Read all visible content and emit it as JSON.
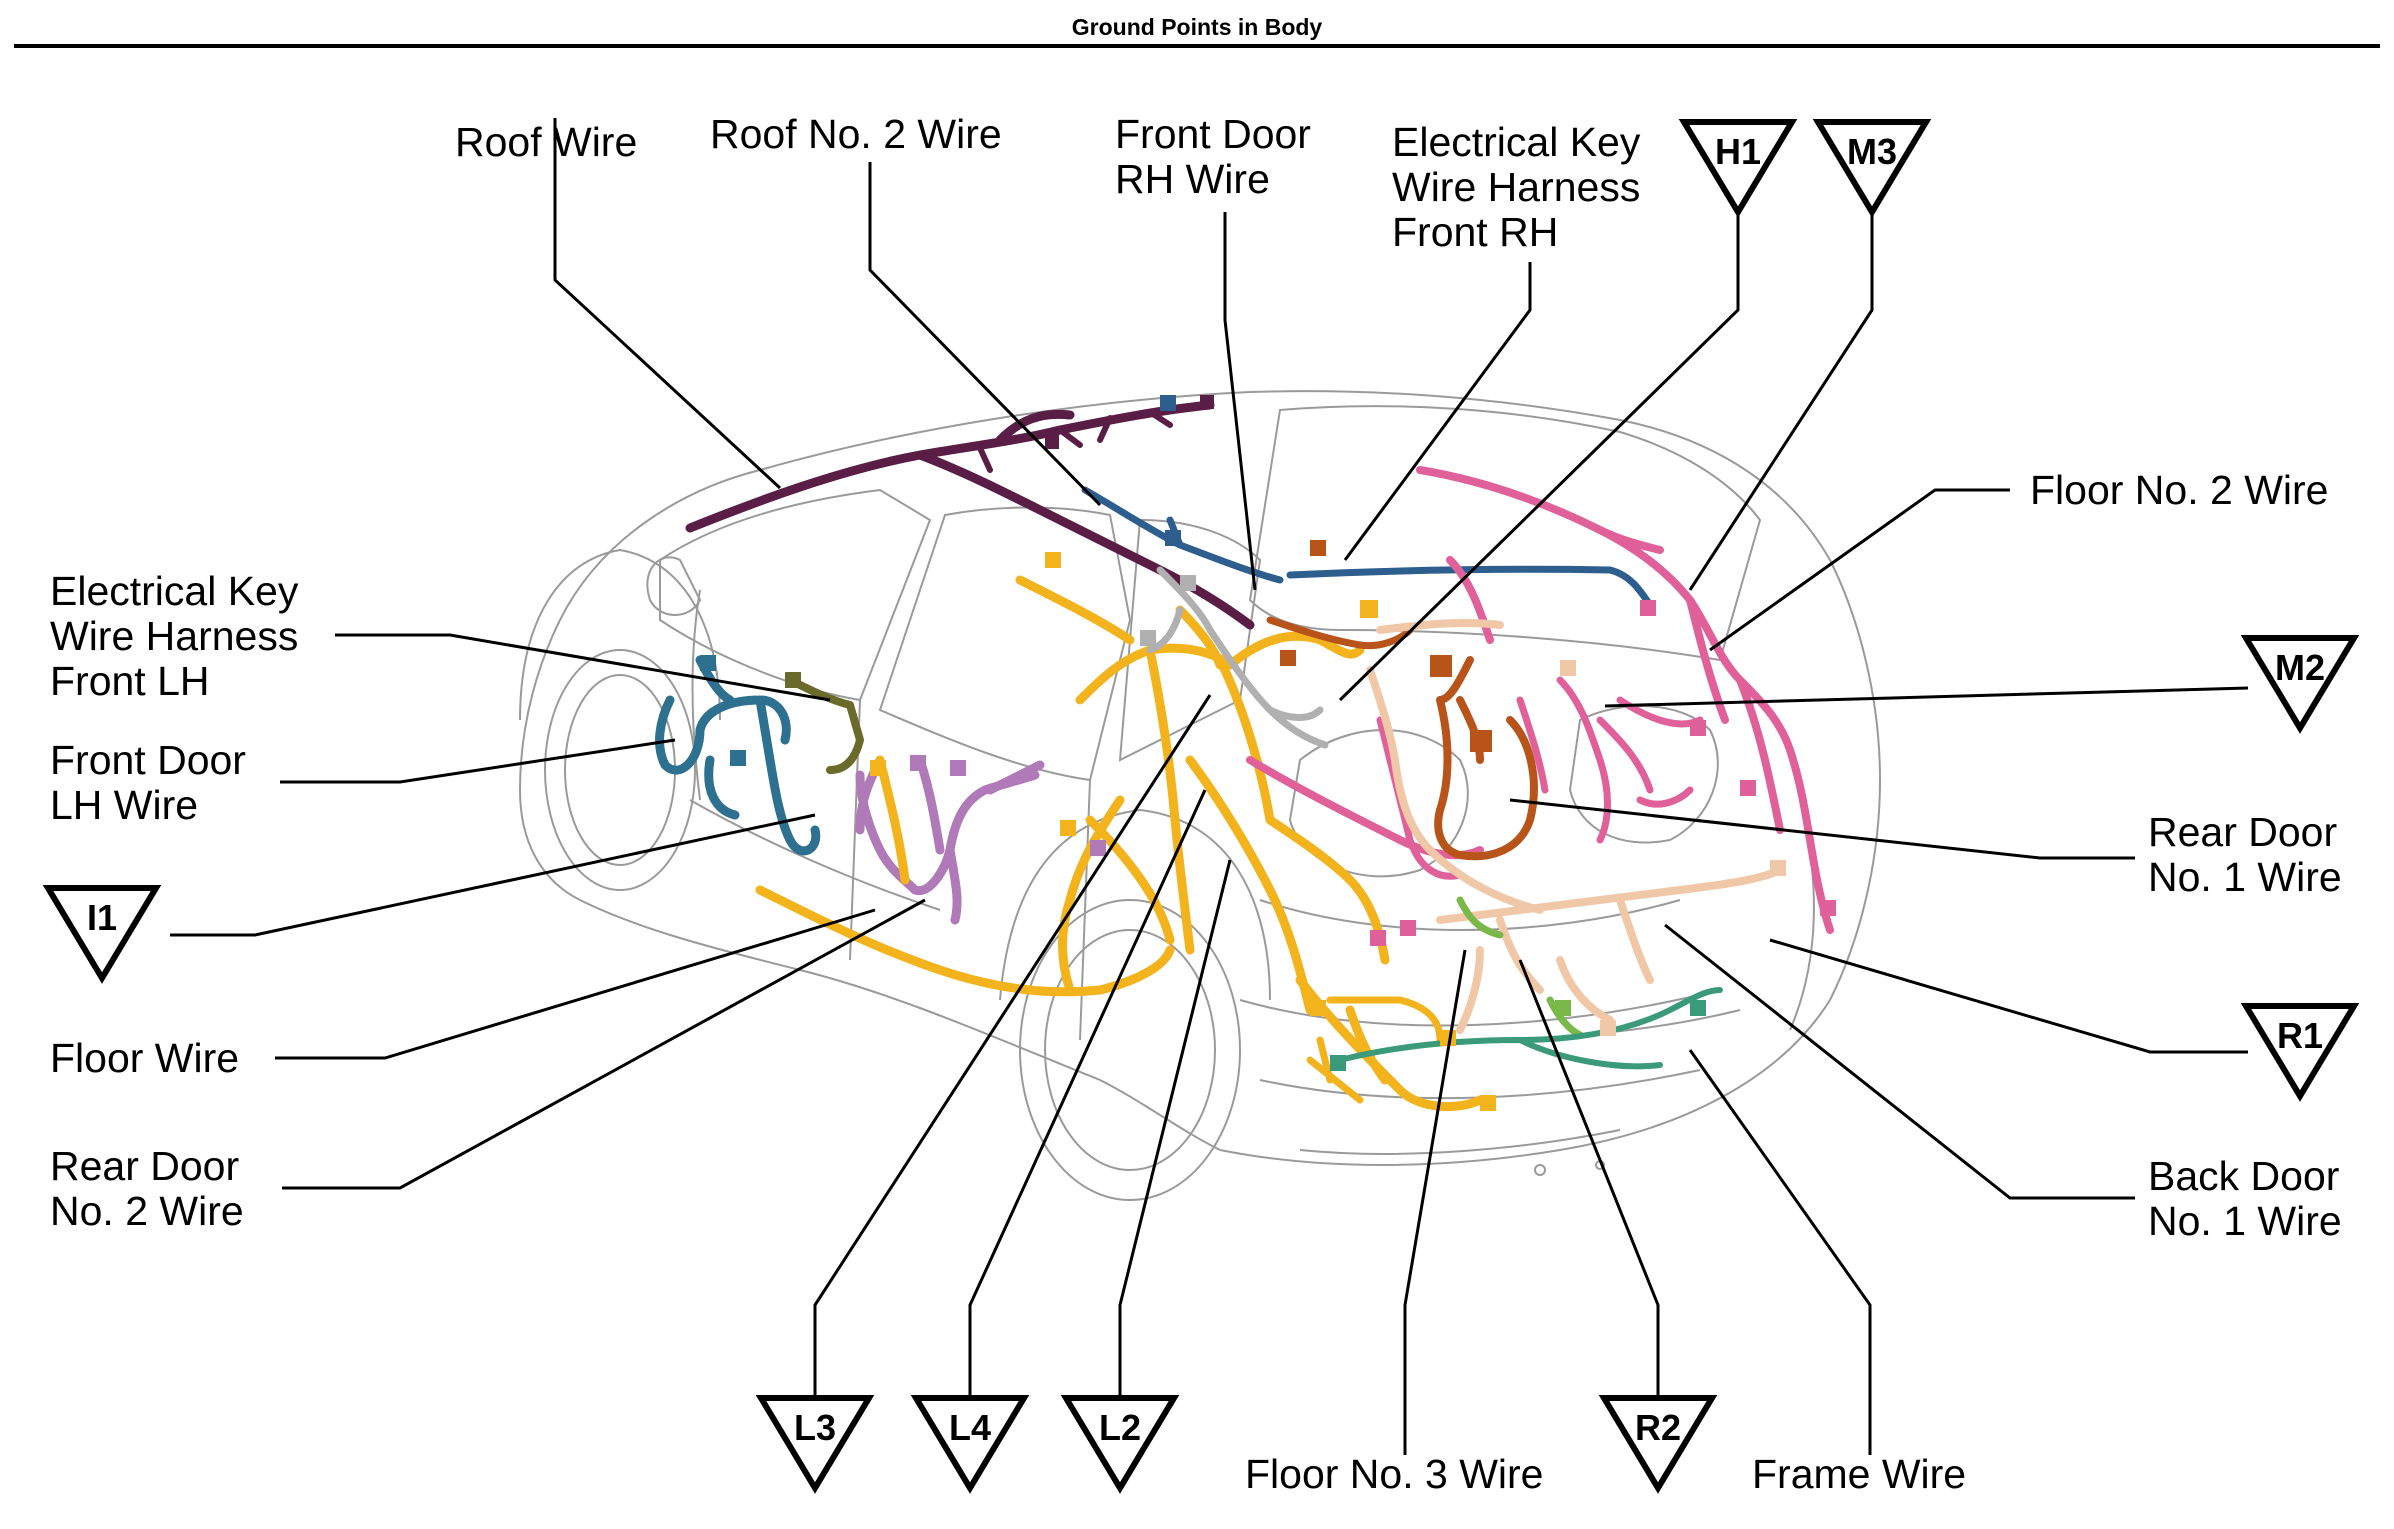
{
  "title": "Ground Points in Body",
  "colors": {
    "roof_wire": "#5a1e46",
    "roof_no2_wire": "#2e5e8e",
    "floor_wire": "#f2b31c",
    "floor_no2_wire": "#e0609a",
    "rear_door_no1_wire": "#b8541a",
    "back_door_no1_wire": "#f0c8a8",
    "frame_wire": "#3a9a7a",
    "front_door_lh_wire": "#2e7090",
    "rear_door_no2_wire": "#b07ab8",
    "electrical_key_front_lh": "#6a6a2a",
    "floor_no3_wire": "#7ab84a",
    "front_door_rh_wire": "#b0b0b0"
  },
  "wire_labels": {
    "roof_wire": [
      "Roof Wire"
    ],
    "roof_no2_wire": [
      "Roof No. 2 Wire"
    ],
    "front_door_rh_wire": [
      "Front Door",
      "RH Wire"
    ],
    "electrical_key_front_rh": [
      "Electrical Key",
      "Wire Harness",
      "Front RH"
    ],
    "floor_no2_wire": [
      "Floor No. 2 Wire"
    ],
    "electrical_key_front_lh": [
      "Electrical Key",
      "Wire Harness",
      "Front LH"
    ],
    "front_door_lh_wire": [
      "Front Door",
      "LH Wire"
    ],
    "rear_door_no1_wire": [
      "Rear Door",
      "No. 1 Wire"
    ],
    "floor_wire": [
      "Floor Wire"
    ],
    "rear_door_no2_wire": [
      "Rear Door",
      "No. 2 Wire"
    ],
    "back_door_no1_wire": [
      "Back Door",
      "No. 1 Wire"
    ],
    "floor_no3_wire": [
      "Floor No. 3 Wire"
    ],
    "frame_wire": [
      "Frame Wire"
    ]
  },
  "ground_points": {
    "h1": "H1",
    "m3": "M3",
    "m2": "M2",
    "i1": "I1",
    "r1": "R1",
    "l3": "L3",
    "l4": "L4",
    "l2": "L2",
    "r2": "R2"
  }
}
